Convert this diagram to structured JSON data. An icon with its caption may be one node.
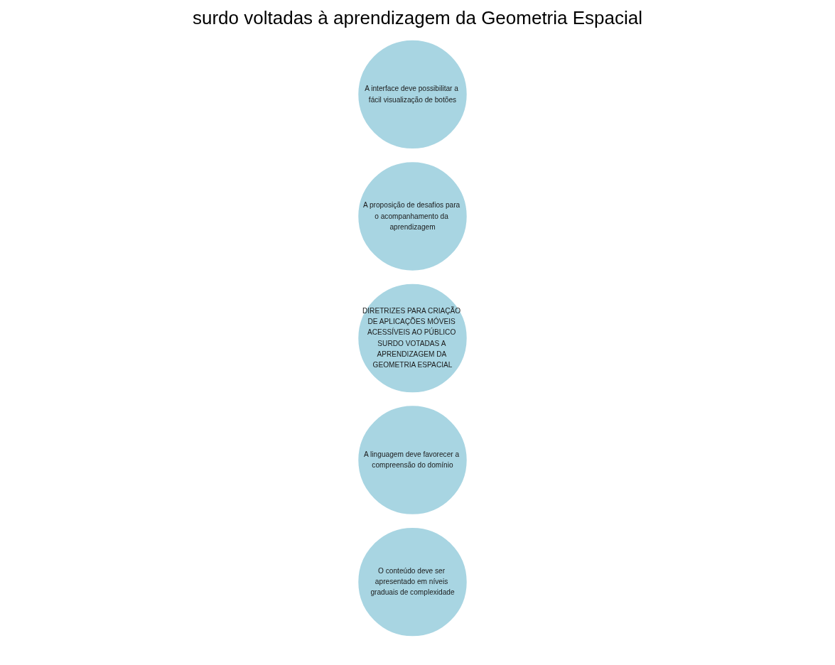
{
  "diagram": {
    "title": "surdo voltadas à aprendizagem da Geometria Espacial",
    "nodes": [
      {
        "text": [
          "A interface deve possibilitar a fácil visualização de botões"
        ]
      },
      {
        "text": [
          "A proposição de desafios para o acompanhamento da aprendizagem"
        ]
      },
      {
        "text": [
          "DIRETRIZES PARA CRIAÇÃO DE APLICAÇÕES MÓVEIS ACESSÍVEIS AO PÚBLICO SURDO VOTADAS A APRENDIZAGEM DA GEOMETRIA ESPACIAL"
        ]
      },
      {
        "text": [
          "A linguagem deve favorecer a compreensão do domínio"
        ]
      },
      {
        "text": [
          "O conteúdo deve ser apresentado em níveis graduais de complexidade"
        ]
      }
    ],
    "edges": []
  }
}
